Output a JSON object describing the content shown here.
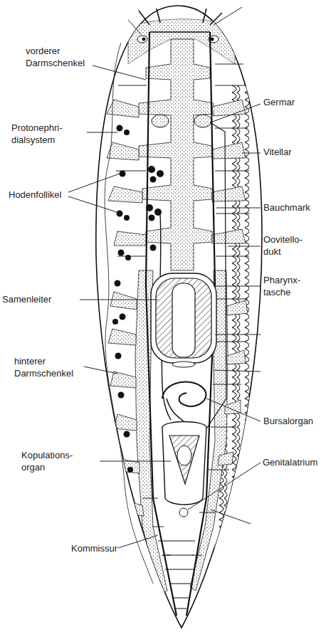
{
  "diagram": {
    "labels": [
      "vorderer Darmschenkel",
      "Protonephri- dialsystem",
      "Hodenfollikel",
      "Samenleiter",
      "hinterer Darmschenkel",
      "Kopulations- organ",
      "Kommissur",
      "Germar",
      "Vitellar",
      "Bauchmark",
      "Oovitello- dukt",
      "Pharynx- tasche",
      "Bursalorgan",
      "Genitalatrium"
    ]
  }
}
